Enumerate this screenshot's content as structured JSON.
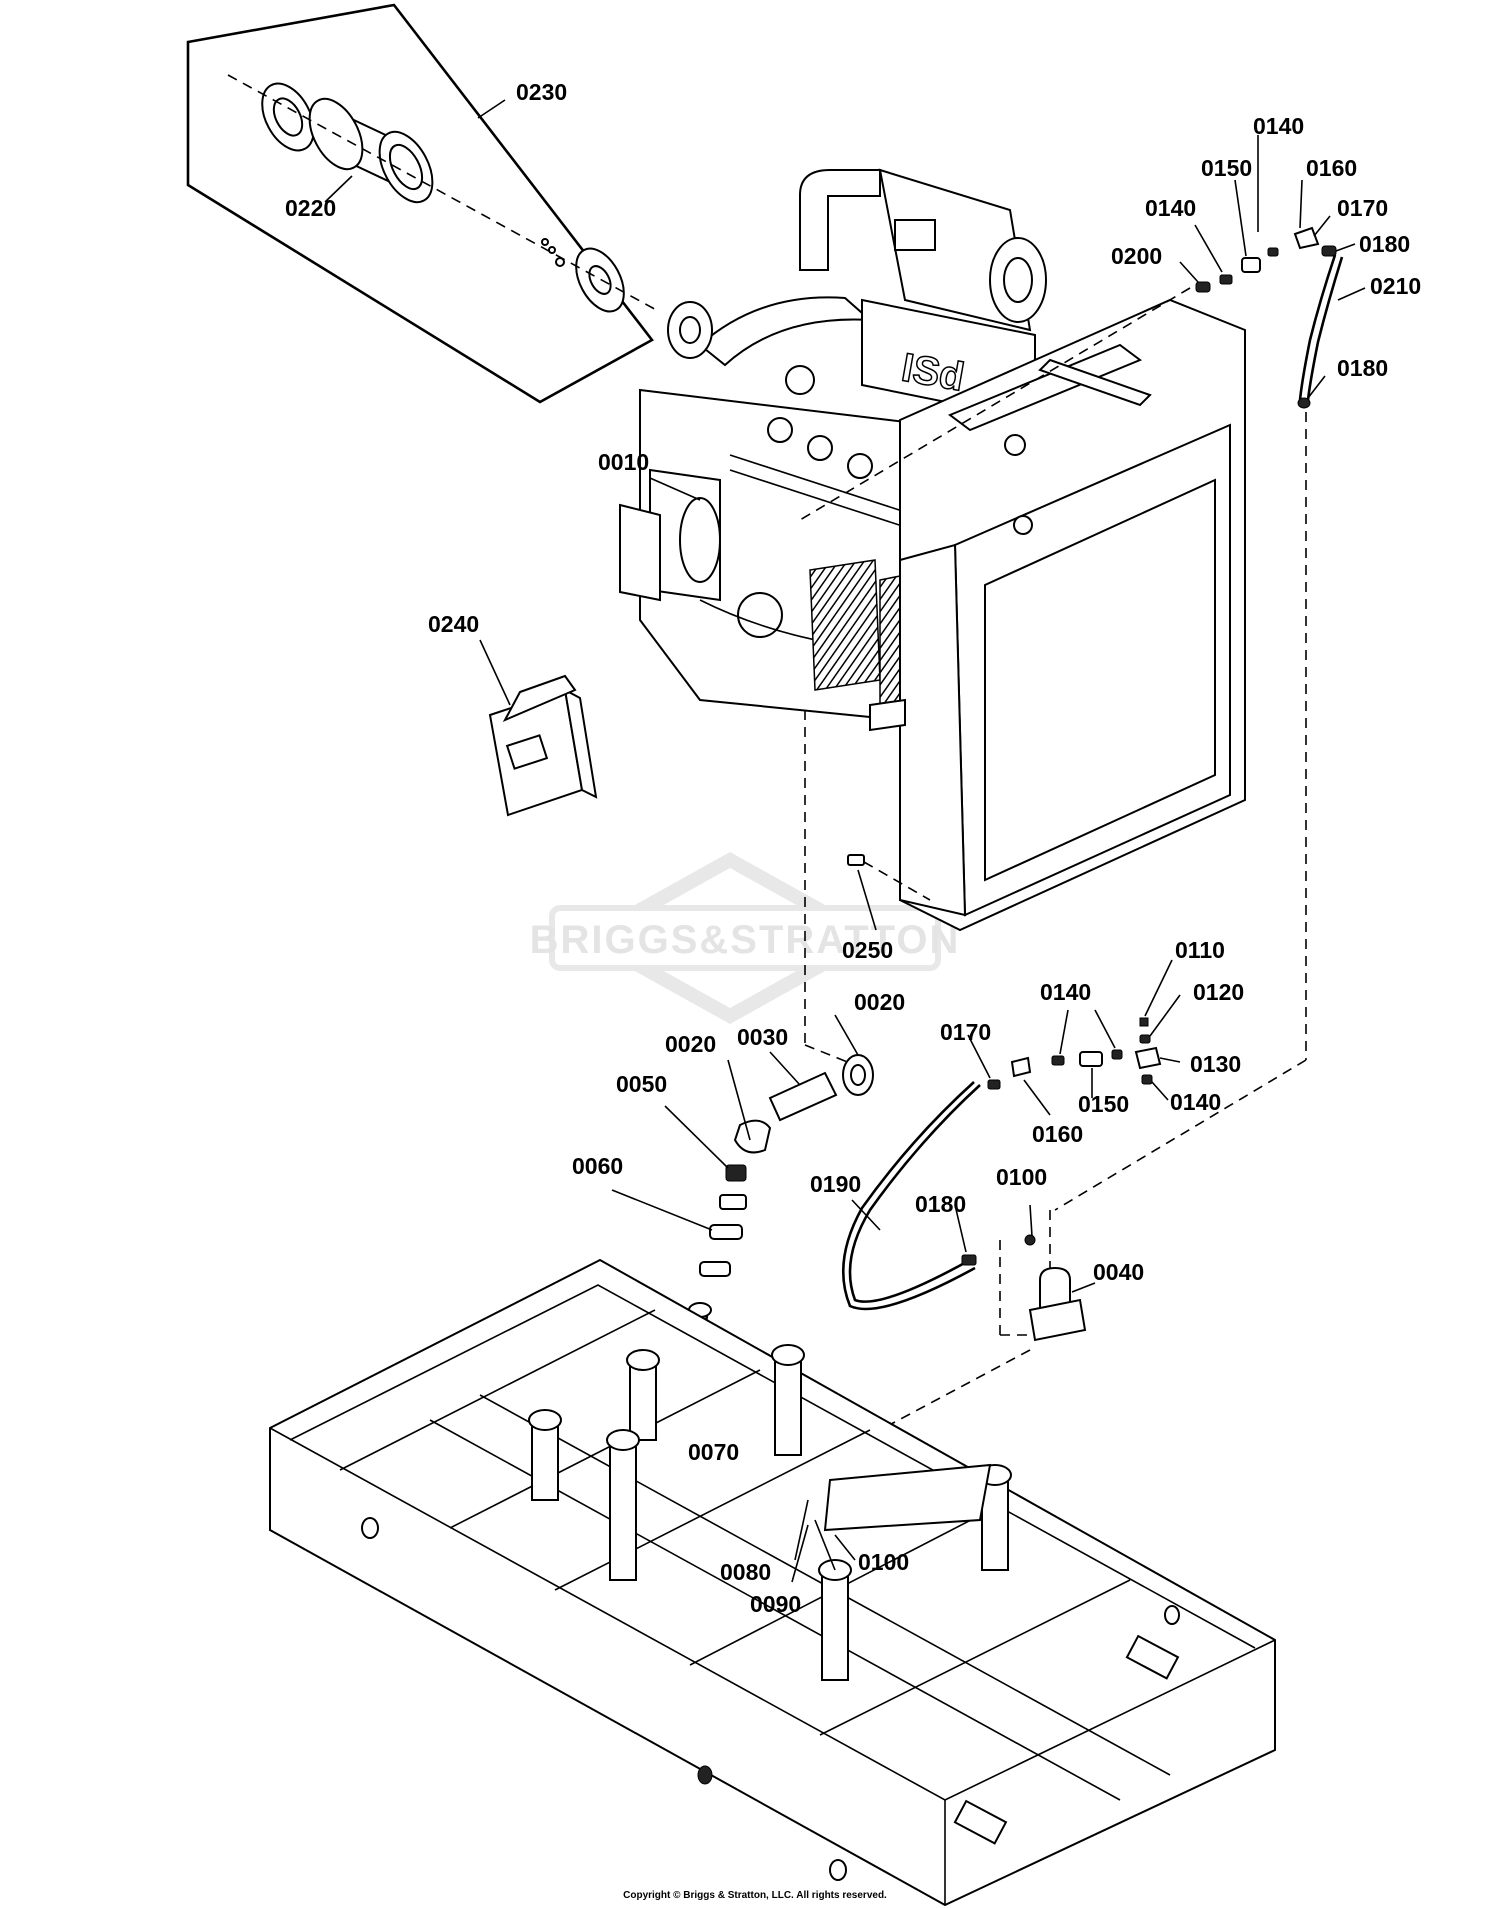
{
  "diagram": {
    "watermark": "BRIGGS&STRATTON",
    "copyright": "Copyright © Briggs & Stratton, LLC. All rights reserved.",
    "callouts": [
      {
        "id": "c-0230",
        "label": "0230"
      },
      {
        "id": "c-0220",
        "label": "0220"
      },
      {
        "id": "c-0140-a",
        "label": "0140"
      },
      {
        "id": "c-0150-a",
        "label": "0150"
      },
      {
        "id": "c-0160-a",
        "label": "0160"
      },
      {
        "id": "c-0140-b",
        "label": "0140"
      },
      {
        "id": "c-0170-a",
        "label": "0170"
      },
      {
        "id": "c-0200",
        "label": "0200"
      },
      {
        "id": "c-0180-a",
        "label": "0180"
      },
      {
        "id": "c-0210",
        "label": "0210"
      },
      {
        "id": "c-0180-b",
        "label": "0180"
      },
      {
        "id": "c-0010",
        "label": "0010"
      },
      {
        "id": "c-0240",
        "label": "0240"
      },
      {
        "id": "c-0250",
        "label": "0250"
      },
      {
        "id": "c-0110",
        "label": "0110"
      },
      {
        "id": "c-0020-a",
        "label": "0020"
      },
      {
        "id": "c-0140-c",
        "label": "0140"
      },
      {
        "id": "c-0120",
        "label": "0120"
      },
      {
        "id": "c-0170-b",
        "label": "0170"
      },
      {
        "id": "c-0020-b",
        "label": "0020"
      },
      {
        "id": "c-0030",
        "label": "0030"
      },
      {
        "id": "c-0130",
        "label": "0130"
      },
      {
        "id": "c-0050",
        "label": "0050"
      },
      {
        "id": "c-0150-b",
        "label": "0150"
      },
      {
        "id": "c-0140-d",
        "label": "0140"
      },
      {
        "id": "c-0160-b",
        "label": "0160"
      },
      {
        "id": "c-0060",
        "label": "0060"
      },
      {
        "id": "c-0100-a",
        "label": "0100"
      },
      {
        "id": "c-0190",
        "label": "0190"
      },
      {
        "id": "c-0180-c",
        "label": "0180"
      },
      {
        "id": "c-0040",
        "label": "0040"
      },
      {
        "id": "c-0070",
        "label": "0070"
      },
      {
        "id": "c-0080",
        "label": "0080"
      },
      {
        "id": "c-0100-b",
        "label": "0100"
      },
      {
        "id": "c-0090",
        "label": "0090"
      }
    ]
  }
}
